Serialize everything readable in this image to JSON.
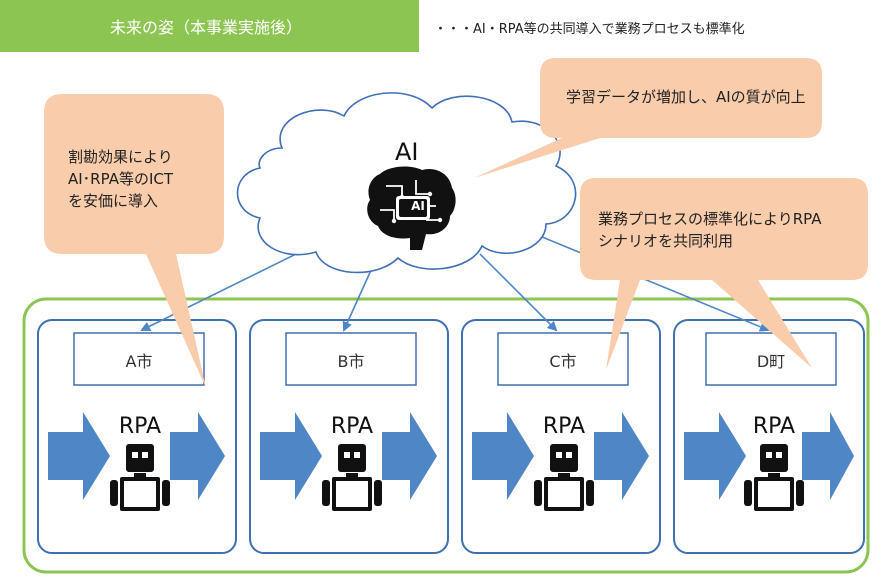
{
  "header": {
    "title": "未来の姿（本事業実施後）",
    "note": "・・・AI・RPA等の共同導入で業務プロセスも標準化"
  },
  "callouts": {
    "left": [
      "割勘効果により",
      "AI･RPA等のICT",
      "を安価に導入"
    ],
    "top_right": "学習データが増加し、AIの質が向上",
    "right": [
      "業務プロセスの標準化によりRPA",
      "シナリオを共同利用"
    ]
  },
  "cloud": {
    "label": "AI",
    "chip_label": "AI",
    "icon": "ai-brain-icon"
  },
  "units": [
    {
      "name": "A市",
      "rpa_label": "RPA"
    },
    {
      "name": "B市",
      "rpa_label": "RPA"
    },
    {
      "name": "C市",
      "rpa_label": "RPA"
    },
    {
      "name": "D町",
      "rpa_label": "RPA"
    }
  ],
  "colors": {
    "header_green": "#8dc553",
    "outer_border_green": "#8dc553",
    "unit_border_blue": "#3e6fb0",
    "arrow_blue": "#4e86c6",
    "callout_fill": "#f9ccac",
    "cloud_stroke": "#3f6fb5"
  }
}
